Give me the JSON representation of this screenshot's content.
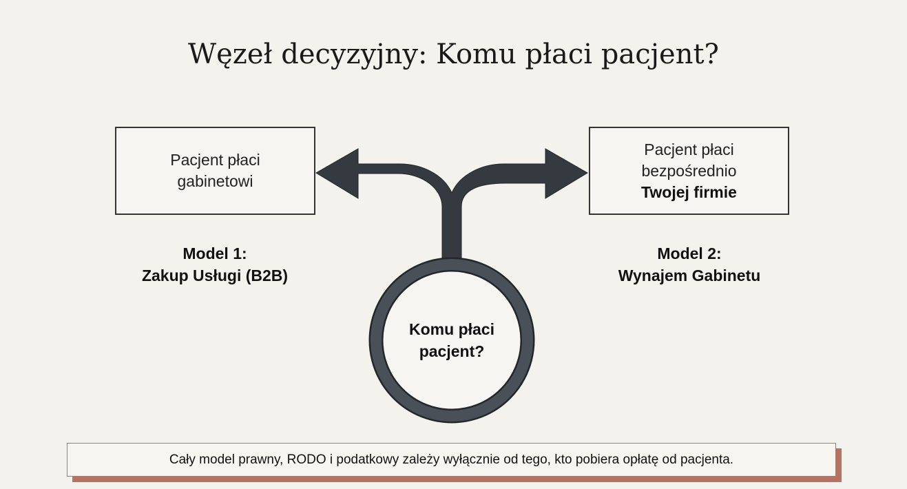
{
  "title": "Węzeł decyzyjny: Komu płaci pacjent?",
  "left_box": {
    "line1": "Pacjent płaci",
    "line2": "gabinetowi"
  },
  "right_box": {
    "line1": "Pacjent płaci",
    "line2": "bezpośrednio",
    "line3": "Twojej firmie"
  },
  "left_model": {
    "line1": "Model 1:",
    "line2": "Zakup Usługi (B2B)"
  },
  "right_model": {
    "line1": "Model 2:",
    "line2": "Wynajem Gabinetu"
  },
  "center": {
    "line1": "Komu płaci",
    "line2": "pacjent?"
  },
  "note": "Cały model prawny, RODO i podatkowy zależy wyłącznie od tego, kto pobiera opłatę od pacjenta.",
  "colors": {
    "arrow": "#343a40",
    "accent": "#b87262",
    "background": "#f4f2ed"
  }
}
